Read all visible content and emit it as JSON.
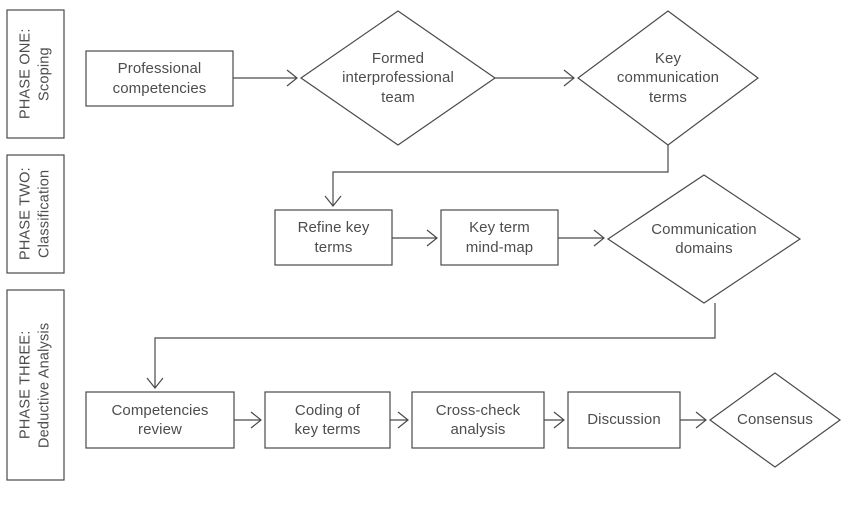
{
  "diagram": {
    "title": "Three-phase interprofessional communication competency flowchart",
    "colors": {
      "stroke": "#4a4a4a",
      "text": "#4d4d4d",
      "background": "#ffffff"
    },
    "phases": [
      {
        "id": "phase-one",
        "label": "PHASE ONE:\nScoping"
      },
      {
        "id": "phase-two",
        "label": "PHASE TWO:\nClassification"
      },
      {
        "id": "phase-three",
        "label": "PHASE THREE:\nDeductive Analysis"
      }
    ],
    "nodes": [
      {
        "id": "professional-competencies",
        "shape": "rectangle",
        "label": "Professional\ncompetencies"
      },
      {
        "id": "formed-interprofessional-team",
        "shape": "diamond",
        "label": "Formed\ninterprofessional\nteam"
      },
      {
        "id": "key-communication-terms",
        "shape": "diamond",
        "label": "Key\ncommunication\nterms"
      },
      {
        "id": "refine-key-terms",
        "shape": "rectangle",
        "label": "Refine key\nterms"
      },
      {
        "id": "key-term-mind-map",
        "shape": "rectangle",
        "label": "Key term\nmind-map"
      },
      {
        "id": "communication-domains",
        "shape": "diamond",
        "label": "Communication\ndomains"
      },
      {
        "id": "competencies-review",
        "shape": "rectangle",
        "label": "Competencies\nreview"
      },
      {
        "id": "coding-of-key-terms",
        "shape": "rectangle",
        "label": "Coding of\nkey terms"
      },
      {
        "id": "cross-check-analysis",
        "shape": "rectangle",
        "label": "Cross-check\nanalysis"
      },
      {
        "id": "discussion",
        "shape": "rectangle",
        "label": "Discussion"
      },
      {
        "id": "consensus",
        "shape": "diamond",
        "label": "Consensus"
      }
    ],
    "edges": [
      {
        "from": "professional-competencies",
        "to": "formed-interprofessional-team"
      },
      {
        "from": "formed-interprofessional-team",
        "to": "key-communication-terms"
      },
      {
        "from": "key-communication-terms",
        "to": "refine-key-terms"
      },
      {
        "from": "refine-key-terms",
        "to": "key-term-mind-map"
      },
      {
        "from": "key-term-mind-map",
        "to": "communication-domains"
      },
      {
        "from": "communication-domains",
        "to": "competencies-review"
      },
      {
        "from": "competencies-review",
        "to": "coding-of-key-terms"
      },
      {
        "from": "coding-of-key-terms",
        "to": "cross-check-analysis"
      },
      {
        "from": "cross-check-analysis",
        "to": "discussion"
      },
      {
        "from": "discussion",
        "to": "consensus"
      }
    ]
  }
}
